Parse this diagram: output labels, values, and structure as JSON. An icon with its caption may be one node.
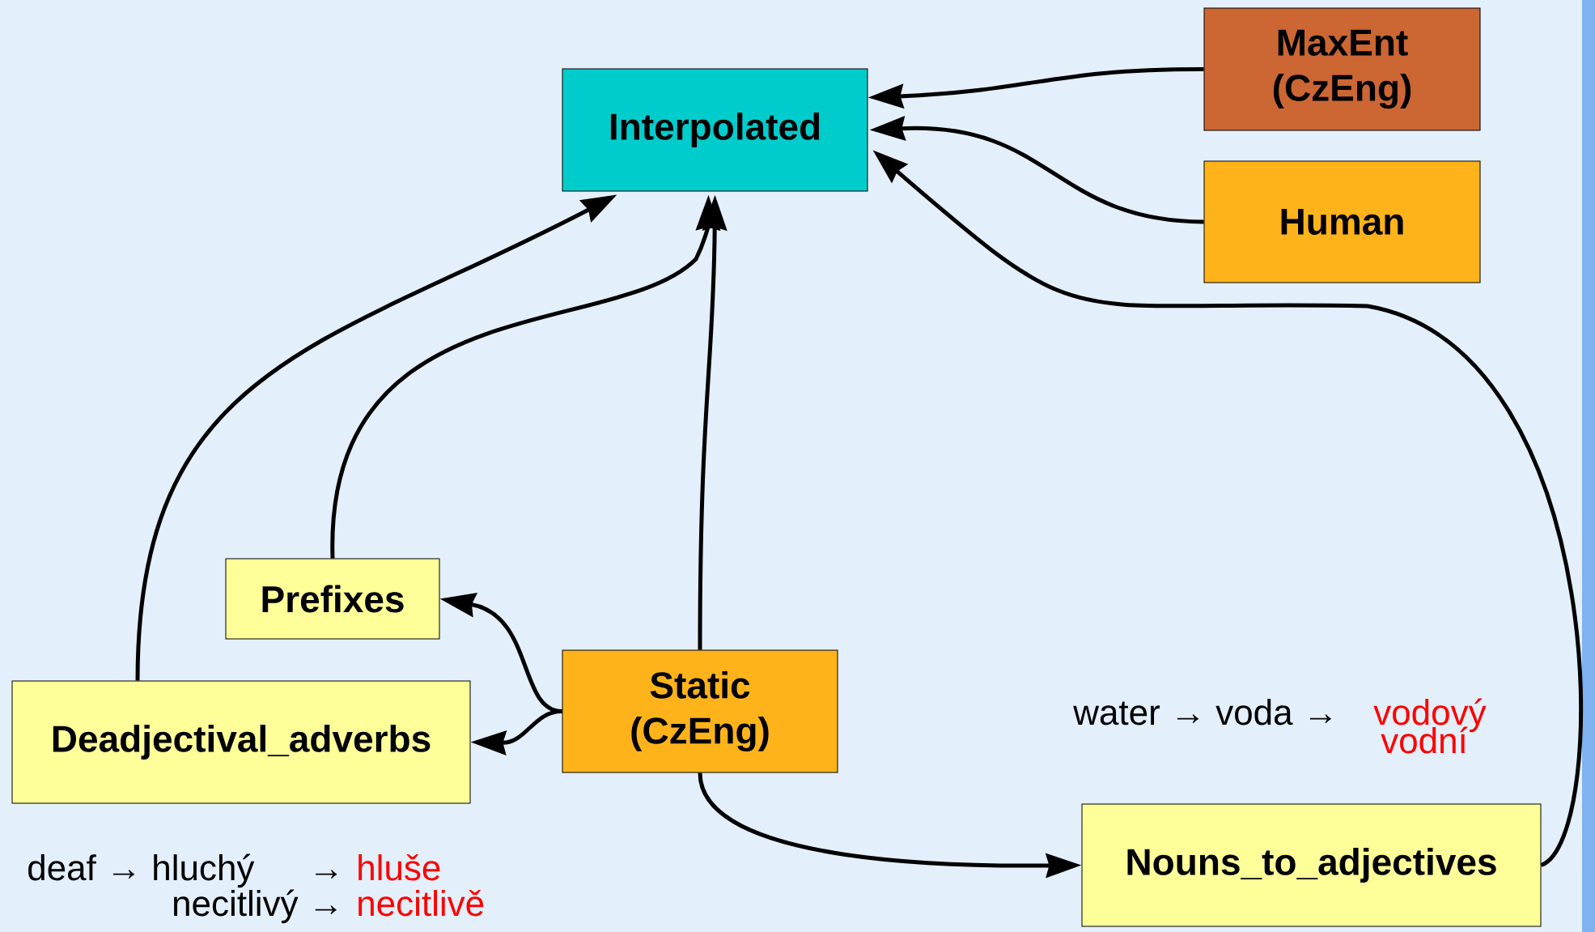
{
  "diagram": {
    "nodes": [
      {
        "text": [
          "Interpolated"
        ]
      },
      {
        "text": [
          "MaxEnt (CzEng)"
        ]
      },
      {
        "text": [
          "Human"
        ]
      },
      {
        "text": [
          "Prefixes"
        ]
      },
      {
        "text": [
          "Static (CzEng)"
        ]
      },
      {
        "text": [
          "Deadjectival_adverbs"
        ]
      },
      {
        "text": [
          "Nouns_to_adjectives"
        ]
      }
    ],
    "edges": [
      {
        "from": 1,
        "to": 0,
        "arrow": "to"
      },
      {
        "from": 2,
        "to": 0,
        "arrow": "to"
      },
      {
        "from": 6,
        "to": 0,
        "arrow": "to"
      },
      {
        "from": 5,
        "to": 0,
        "arrow": "to"
      },
      {
        "from": 3,
        "to": 0,
        "arrow": "to"
      },
      {
        "from": 4,
        "to": 0,
        "arrow": "to"
      },
      {
        "from": 4,
        "to": 3,
        "arrow": "to"
      },
      {
        "from": 4,
        "to": 5,
        "arrow": "to"
      },
      {
        "from": 4,
        "to": 6,
        "arrow": "to"
      }
    ],
    "labels": [
      "water → voda →",
      "vodový",
      "vodní",
      "deaf → hluchý",
      "→",
      "hluše",
      "necitlivý →",
      "necitlivě"
    ]
  }
}
